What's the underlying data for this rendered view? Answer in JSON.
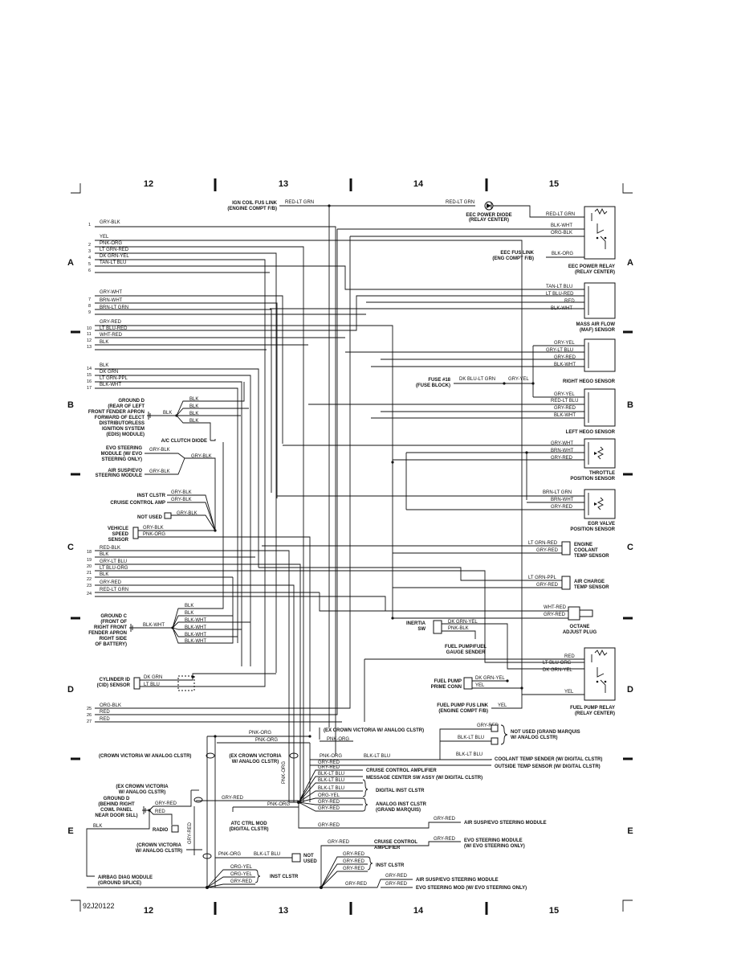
{
  "columns_top": [
    "12",
    "13",
    "14",
    "15"
  ],
  "columns_bottom": [
    "12",
    "13",
    "14",
    "15"
  ],
  "rows_left": [
    "A",
    "B",
    "C",
    "D",
    "E"
  ],
  "rows_right": [
    "A",
    "B",
    "C",
    "D",
    "E"
  ],
  "figure_id": "92J20122",
  "top": {
    "ign_coil": [
      "IGN COIL FUS LINK",
      "(ENGINE COMPT F/B)"
    ],
    "ign_wire": "RED-LT GRN",
    "eec_wire": "RED-LT GRN",
    "eec_diode": [
      "EEC POWER DIODE",
      "(RELAY CENTER)"
    ],
    "eec_fus": [
      "EEC FUS LINK",
      "(ENG COMPT F/B)"
    ],
    "eec_fus_wire": "BLK-ORG",
    "eec_relay": [
      "EEC POWER RELAY",
      "(RELAY CENTER)"
    ],
    "eec_relay_wires": [
      "RED-LT GRN",
      "BLK-WHT",
      "ORG-BLK"
    ]
  },
  "left_pins": [
    {
      "n": "1",
      "w": "GRY-BLK"
    },
    {
      "n": "",
      "w": "YEL"
    },
    {
      "n": "2",
      "w": "PNK-ORG"
    },
    {
      "n": "3",
      "w": "LT GRN-RED"
    },
    {
      "n": "4",
      "w": "DK GRN-YEL"
    },
    {
      "n": "5",
      "w": "TAN-LT BLU"
    },
    {
      "n": "6",
      "w": ""
    },
    {
      "n": "",
      "w": "GRY-WHT"
    },
    {
      "n": "7",
      "w": "BRN-WHT"
    },
    {
      "n": "8",
      "w": "BRN-LT GRN"
    },
    {
      "n": "9",
      "w": ""
    },
    {
      "n": "",
      "w": "GRY-RED"
    },
    {
      "n": "10",
      "w": "LT BLU-RED"
    },
    {
      "n": "11",
      "w": "WHT-RED"
    },
    {
      "n": "12",
      "w": "BLK"
    },
    {
      "n": "13",
      "w": ""
    },
    {
      "n": "14",
      "w": "BLK"
    },
    {
      "n": "15",
      "w": "DK GRN"
    },
    {
      "n": "16",
      "w": "LT GRN-PPL"
    },
    {
      "n": "17",
      "w": "BLK-WHT"
    }
  ],
  "left_pins_lower": [
    {
      "n": "",
      "w": "RED-BLK"
    },
    {
      "n": "18",
      "w": "BLK"
    },
    {
      "n": "19",
      "w": "GRY-LT BLU"
    },
    {
      "n": "20",
      "w": "LT BLU-ORG"
    },
    {
      "n": "21",
      "w": "BLK"
    },
    {
      "n": "22",
      "w": "GRY-RED"
    },
    {
      "n": "23",
      "w": "RED-LT GRN"
    },
    {
      "n": "24",
      "w": ""
    }
  ],
  "left_pins_bottom": [
    {
      "n": "25",
      "w": "ORG-BLK"
    },
    {
      "n": "26",
      "w": "RED"
    },
    {
      "n": "27",
      "w": "RED"
    }
  ],
  "right_components": {
    "maf": {
      "label": [
        "MASS AIR FLOW",
        "(MAF) SENSOR"
      ],
      "wires": [
        "TAN-LT BLU",
        "LT BLU-RED",
        "RED",
        "BLK-WHT"
      ]
    },
    "rhego": {
      "label": [
        "RIGHT HEGO SENSOR"
      ],
      "wires": [
        "GRY-YEL",
        "GRY-LT BLU",
        "GRY-RED",
        "BLK-WHT"
      ]
    },
    "fuse18": {
      "label": [
        "FUSE #18",
        "(FUSE BLOCK)"
      ],
      "wire": "DK BLU-LT GRN",
      "wire2": "GRY-YEL"
    },
    "lhego": {
      "label": [
        "LEFT HEGO SENSOR"
      ],
      "wires": [
        "GRY-YEL",
        "RED-LT BLU",
        "GRY-RED",
        "BLK-WHT"
      ]
    },
    "tps": {
      "label": [
        "THROTTLE",
        "POSITION SENSOR"
      ],
      "wires": [
        "GRY-WHT",
        "BRN-WHT",
        "GRY-RED"
      ]
    },
    "egr": {
      "label": [
        "EGR VALVE",
        "POSITION SENSOR"
      ],
      "wires": [
        "BRN-LT GRN",
        "BRN-WHT",
        "GRY-RED"
      ]
    },
    "ect": {
      "label": [
        "ENGINE",
        "COOLANT",
        "TEMP SENSOR"
      ],
      "wires": [
        "LT GRN-RED",
        "GRY-RED"
      ]
    },
    "act": {
      "label": [
        "AIR CHARGE",
        "TEMP SENSOR"
      ],
      "wires": [
        "LT GRN-PPL",
        "GRY-RED"
      ]
    },
    "octane": {
      "label": [
        "OCTANE",
        "ADJUST PLUG"
      ],
      "wires": [
        "WHT-RED",
        "GRY-RED"
      ]
    },
    "inertia": {
      "label": [
        "INERTIA",
        "SW"
      ],
      "wires": [
        "DK GRN-YEL",
        "PNK-BLK"
      ],
      "sender": [
        "FUEL PUMP/FUEL",
        "GAUGE SENDER"
      ]
    },
    "fprelay": {
      "label": [
        "FUEL PUMP RELAY",
        "(RELAY CENTER)"
      ],
      "wires": [
        "RED",
        "LT BLU-ORG",
        "DK GRN-YEL",
        "YEL"
      ]
    },
    "fpprime": {
      "label": [
        "FUEL PUMP",
        "PRIME CONN"
      ],
      "wires": [
        "DK GRN-YEL",
        "YEL"
      ]
    },
    "fpfus": {
      "label": [
        "FUEL PUMP FUS LINK",
        "(ENGINE COMPT F/B)"
      ],
      "wire": "YEL"
    }
  },
  "left_components": {
    "ground_d": {
      "label": [
        "GROUND D",
        "(REAR OF LEFT",
        "FRONT FENDER APRON",
        "FORWARD OF ELECT",
        "DISTRIBUTORLESS",
        "IGNITION SYSTEM",
        "(EDIS) MODULE)"
      ],
      "wire": "BLK",
      "branches": [
        "BLK",
        "BLK",
        "BLK",
        "BLK"
      ]
    },
    "ac_diode": "A/C CLUTCH DIODE",
    "evo": {
      "label": [
        "EVO STEERING",
        "MODULE (W/ EVO",
        "STEERING ONLY)"
      ],
      "wire": "GRY-BLK",
      "join": "GRY-BLK"
    },
    "airsusp": {
      "label": [
        "AIR SUSP/EVO",
        "STEERING MODULE"
      ],
      "wire": "GRY-BLK"
    },
    "inst": {
      "label": [
        "INST CLSTR"
      ],
      "wire": "GRY-BLK"
    },
    "cruise": {
      "label": [
        "CRUISE CONTROL AMP"
      ],
      "wire": "GRY-BLK"
    },
    "notused": {
      "label": [
        "NOT USED"
      ],
      "wire": "GRY-BLK"
    },
    "vss": {
      "label": [
        "VEHICLE",
        "SPEED",
        "SENSOR"
      ],
      "wires": [
        "GRY-BLK",
        "PNK-ORG"
      ]
    },
    "ground_c": {
      "label": [
        "GROUND C",
        "(FRONT OF",
        "RIGHT FRONT",
        "FENDER APRON",
        "RIGHT SIDE",
        "OF BATTERY)"
      ],
      "wire": "BLK-WHT",
      "branches": [
        "BLK",
        "BLK",
        "BLK-WHT",
        "BLK-WHT",
        "BLK-WHT",
        "BLK-WHT"
      ]
    },
    "cid": {
      "label": [
        "CYLINDER ID",
        "(CID) SENSOR"
      ],
      "wires": [
        "DK GRN",
        "LT BLU"
      ]
    }
  },
  "bottom": {
    "crown_analog": "(CROWN VICTORIA W/ ANALOG CLSTR)",
    "ex_crown_analog": [
      "(EX CROWN VICTORIA",
      "W/ ANALOG CLSTR)"
    ],
    "ex_crown_top": "(EX CROWN VICTORIA W/ ANALOG CLSTR)",
    "pnk_org": "PNK-ORG",
    "pnk_org_vert": "PNK-ORG",
    "blk_lt_blu": "BLK-LT BLU",
    "not_used_gm": [
      "NOT USED (GRAND MARQUIS",
      "W/ ANALOG CLSTR)"
    ],
    "gm_wires": [
      "GRY-RED",
      "BLK-LT BLU"
    ],
    "coolant_temp": "COOLANT TEMP SENDER (W/ DIGITAL CLSTR)",
    "outside_temp": "OUTSIDE TEMP SENSOR (W/ DIGITAL CLSTR)",
    "cruise_amp": "CRUISE CONTROL AMPLIFIER",
    "msg_center": "MESSAGE CENTER SW ASSY (W/ DIGITAL CLSTR)",
    "digital_inst": "DIGITAL INST CLSTR",
    "analog_inst": [
      "ANALOG INST CLSTR",
      "(GRAND MARQUIS)"
    ],
    "center_wires": [
      "PNK-ORG",
      "GRY-RED",
      "GRY-RED",
      "BLK-LT BLU",
      "BLK-LT BLU",
      "BLK-LT BLU",
      "ORG-YEL",
      "GRY-RED",
      "GRY-RED",
      "GRY-RED"
    ],
    "ex_crown_left": [
      "(EX CROWN VICTORIA",
      "W/ ANALOG CLSTR)"
    ],
    "ground_d2": [
      "GROUND D",
      "(BEHIND RIGHT",
      "COWL PANEL",
      "NEAR DOOR SILL)"
    ],
    "gd2_wires": [
      "GRY-RED",
      "RED",
      "BLK"
    ],
    "gry_red_vert": "GRY-RED",
    "radio": "RADIO",
    "atc": [
      "ATC CTRL MOD",
      "(DIGITAL CLSTR)"
    ],
    "gry_red_a": "GRY-RED",
    "gry_red_b": "GRY-RED",
    "air_susp": "AIR SUSP/EVO STEERING MODULE",
    "evo_steer": [
      "EVO STEERING MODULE",
      "(W/ EVO STEERING ONLY)"
    ],
    "crown_analog2": [
      "(CROWN VICTORIA",
      "W/ ANALOG CLSTR)"
    ],
    "pnk_org2": "PNK-ORG",
    "blk_lt_blu2": "BLK-LT BLU",
    "not_used2": [
      "NOT",
      "USED"
    ],
    "inst_clstr": "INST CLSTR",
    "inst_wires": [
      "ORG-YEL",
      "ORG-YEL",
      "GRY-RED"
    ],
    "cruise2": [
      "CRUISE CONTROL",
      "AMPLIFIER"
    ],
    "inst_clstr2": "INST CLSTR",
    "inst2_wires": [
      "GRY-RED",
      "GRY-RED",
      "GRY-RED"
    ],
    "air_susp2": "AIR SUSP/EVO STEERING MODULE",
    "evo_mod2": "EVO STEERING MOD (W/ EVO STEERING ONLY)",
    "gry_red_c": "GRY-RED",
    "gry_red_d": "GRY-RED",
    "gry_red_e": "GRY-RED",
    "airbag": [
      "AIRBAG DIAG MODULE",
      "(GROUND SPLICE)"
    ]
  }
}
